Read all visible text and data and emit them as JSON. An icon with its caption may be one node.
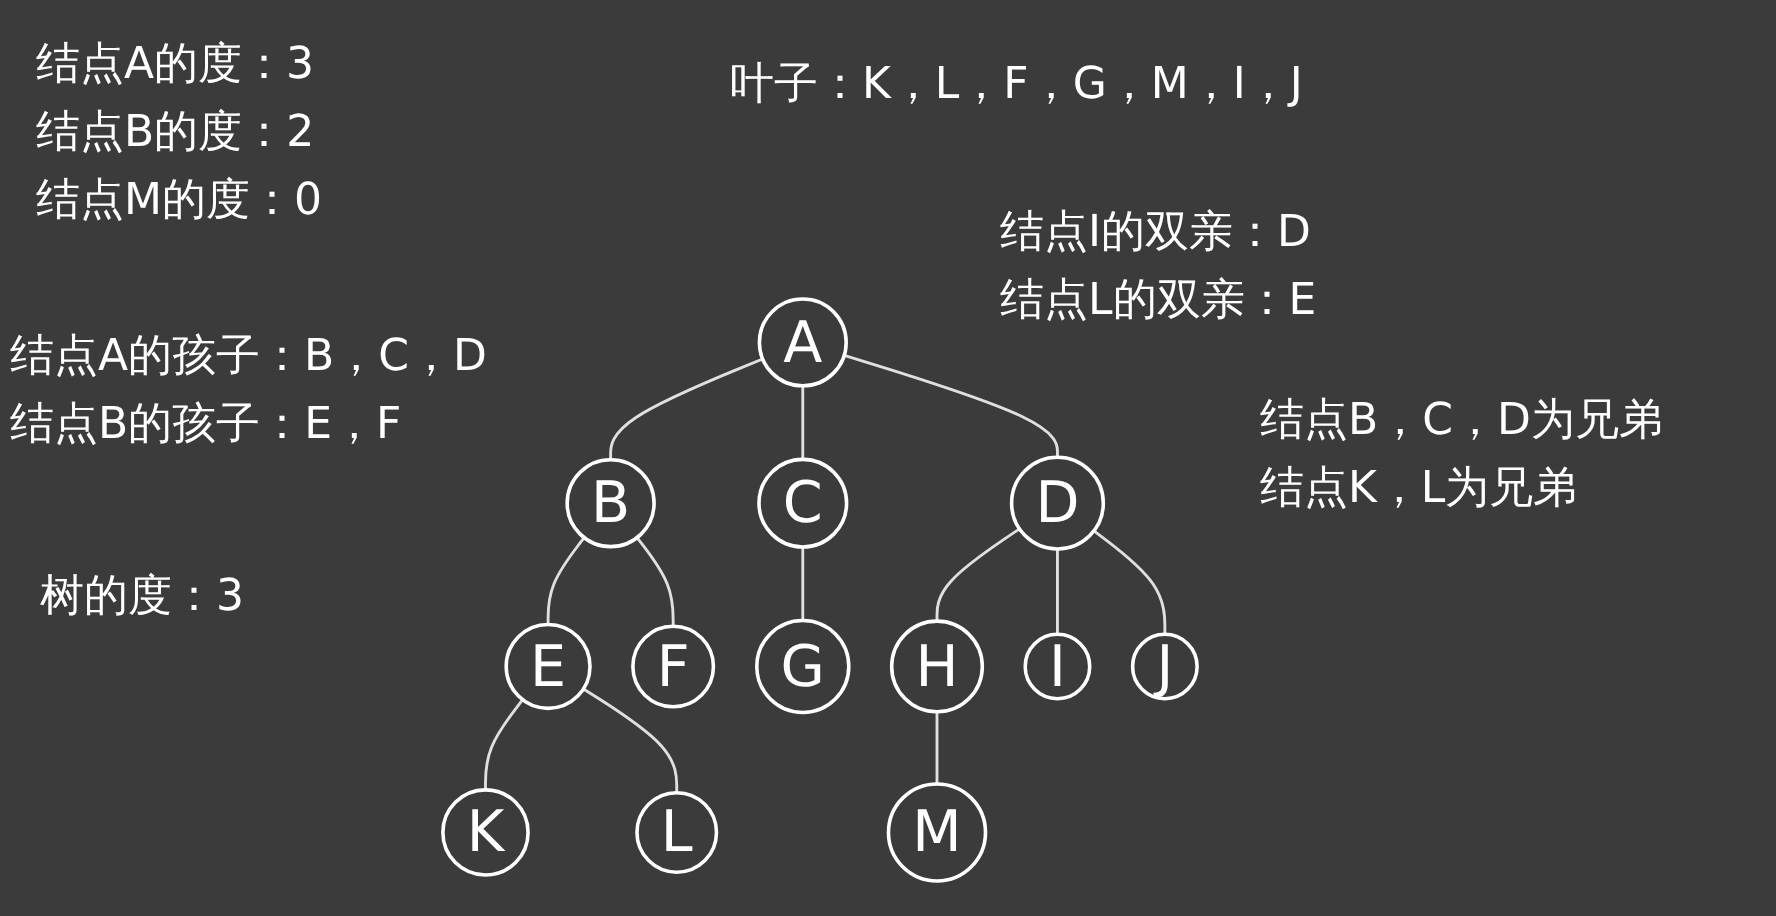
{
  "diagram": {
    "nodes": [
      {
        "text": [
          "A"
        ]
      },
      {
        "text": [
          "B"
        ]
      },
      {
        "text": [
          "C"
        ]
      },
      {
        "text": [
          "D"
        ]
      },
      {
        "text": [
          "E"
        ]
      },
      {
        "text": [
          "F"
        ]
      },
      {
        "text": [
          "G"
        ]
      },
      {
        "text": [
          "H"
        ]
      },
      {
        "text": [
          "I"
        ]
      },
      {
        "text": [
          "J"
        ]
      },
      {
        "text": [
          "K"
        ]
      },
      {
        "text": [
          "L"
        ]
      },
      {
        "text": [
          "M"
        ]
      }
    ],
    "edges": [
      {
        "from": 0,
        "to": 1,
        "arrow": "none"
      },
      {
        "from": 0,
        "to": 2,
        "arrow": "none"
      },
      {
        "from": 0,
        "to": 3,
        "arrow": "none"
      },
      {
        "from": 1,
        "to": 4,
        "arrow": "none"
      },
      {
        "from": 1,
        "to": 5,
        "arrow": "none"
      },
      {
        "from": 2,
        "to": 6,
        "arrow": "none"
      },
      {
        "from": 3,
        "to": 7,
        "arrow": "none"
      },
      {
        "from": 3,
        "to": 8,
        "arrow": "none"
      },
      {
        "from": 3,
        "to": 9,
        "arrow": "none"
      },
      {
        "from": 4,
        "to": 10,
        "arrow": "none"
      },
      {
        "from": 4,
        "to": 11,
        "arrow": "none"
      },
      {
        "from": 7,
        "to": 12,
        "arrow": "none"
      }
    ],
    "labels": [
      "结点A的度：3",
      "结点B的度：2",
      "结点M的度：0",
      "叶子：K，L，F，G，M，I，J",
      "结点I的双亲：D",
      "结点L的双亲：E",
      "结点A的孩子：B，C，D",
      "结点B的孩子：E，F",
      "结点B，C，D为兄弟",
      "结点K，L为兄弟",
      "树的度：3"
    ]
  }
}
